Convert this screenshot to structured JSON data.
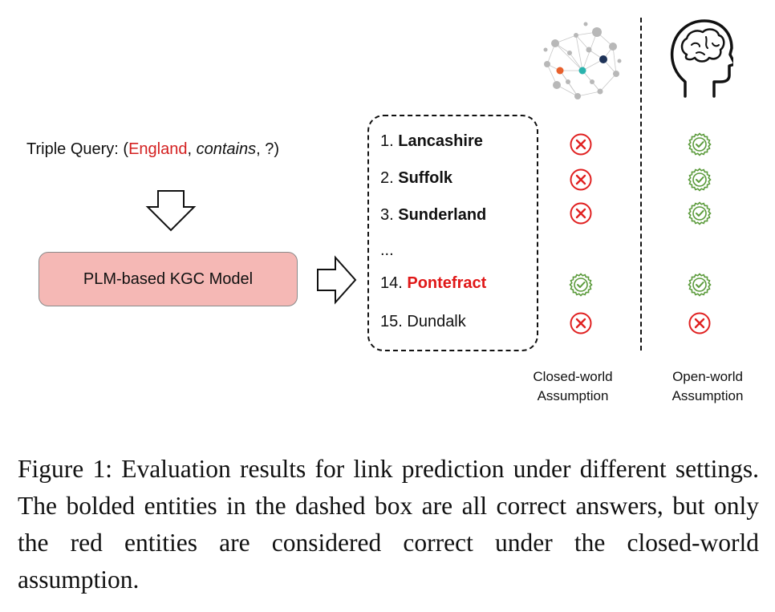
{
  "query": {
    "prefix": "Triple Query: (",
    "head": "England",
    "sep1": ", ",
    "relation": "contains",
    "sep2": ", ?)"
  },
  "model_label": "PLM-based KGC Model",
  "answers": [
    {
      "num": "1.",
      "name": "Lancashire",
      "style": "bold",
      "closed": "wrong",
      "open": "correct"
    },
    {
      "num": "2.",
      "name": "Suffolk",
      "style": "bold",
      "closed": "wrong",
      "open": "correct"
    },
    {
      "num": "3.",
      "name": "Sunderland",
      "style": "bold",
      "closed": "wrong",
      "open": "correct"
    },
    {
      "num": "...",
      "name": "",
      "style": "plain",
      "closed": "",
      "open": ""
    },
    {
      "num": "14.",
      "name": "Pontefract",
      "style": "red-bold",
      "closed": "correct",
      "open": "correct"
    },
    {
      "num": "15.",
      "name": "Dundalk",
      "style": "plain",
      "closed": "wrong",
      "open": "wrong"
    }
  ],
  "columns": {
    "closed": {
      "line1": "Closed-world",
      "line2": "Assumption",
      "icon": "network-graph-icon"
    },
    "open": {
      "line1": "Open-world",
      "line2": "Assumption",
      "icon": "brain-head-icon"
    }
  },
  "colors": {
    "wrong": "#e02020",
    "correct": "#5a9a3a",
    "entity_red": "#e01818",
    "model_fill": "#f5b8b5"
  },
  "caption": "Figure 1: Evaluation results for link prediction under different settings. The bolded entities in the dashed box are all correct answers, but only the red entities are considered correct under the closed-world assumption."
}
